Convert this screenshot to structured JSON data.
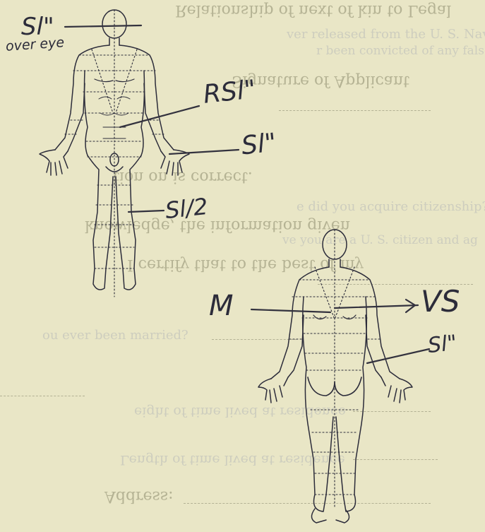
{
  "bleed_text": {
    "mirrored_top": "Relationship of next of kin to Legal",
    "mirrored_signature": "Signature of Applicant",
    "mirrored_correct": "tion on is correct.",
    "mirrored_knowledge": "knowledge, the information given",
    "mirrored_certify": "I certify that to the best of my",
    "mirrored_address": "Address:",
    "faint_navy": "ver released from the U. S. Navy,",
    "faint_false": "r been convicted of any false",
    "faint_citizenship": "e did you acquire citizenship?",
    "faint_us_citizen": "ve you are a U. S. citizen and ag",
    "faint_married": "ou ever been married?",
    "faint_weight": "eight of time lived at residence",
    "faint_length": "Length of time lived at residence"
  },
  "annotations": {
    "head_front": "Sl\"",
    "head_front_note": "over eye",
    "torso_front": "RSl\"",
    "hand_front": "Sl\"",
    "leg_front": "Sl/2",
    "back_left": "M",
    "back_right": "VS",
    "back_arm": "Sl\""
  },
  "colors": {
    "paper": "#e9e6c6",
    "ink": "#2c2c3a",
    "bleed": "#8c8a6d"
  }
}
